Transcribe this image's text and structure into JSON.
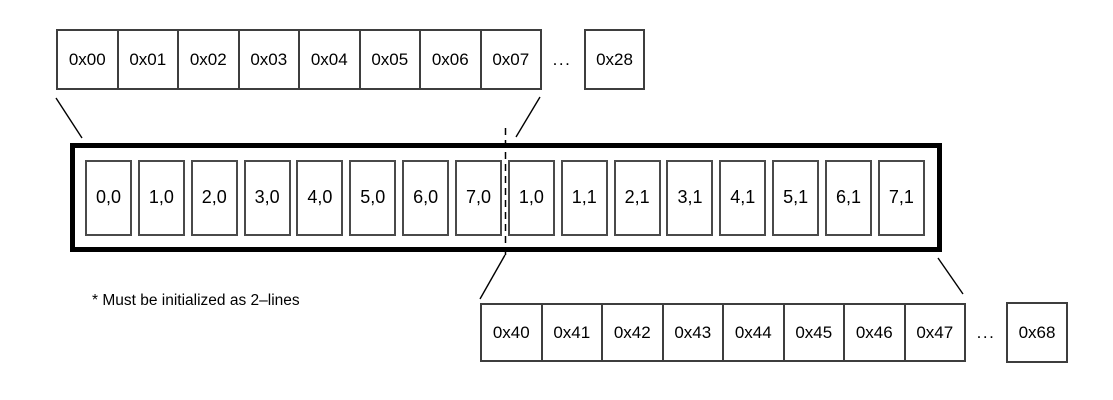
{
  "diagram": {
    "top_address_row": {
      "cells": [
        "0x00",
        "0x01",
        "0x02",
        "0x03",
        "0x04",
        "0x05",
        "0x06",
        "0x07"
      ],
      "ellipsis": "...",
      "end_cell": "0x28"
    },
    "display_box": {
      "cells": [
        "0,0",
        "1,0",
        "2,0",
        "3,0",
        "4,0",
        "5,0",
        "6,0",
        "7,0",
        "1,0",
        "1,1",
        "2,1",
        "3,1",
        "4,1",
        "5,1",
        "6,1",
        "7,1"
      ]
    },
    "bottom_address_row": {
      "cells": [
        "0x40",
        "0x41",
        "0x42",
        "0x43",
        "0x44",
        "0x45",
        "0x46",
        "0x47"
      ],
      "ellipsis": "...",
      "end_cell": "0x68"
    },
    "note": "* Must be initialized as 2–lines"
  },
  "colors": {
    "background": "#ffffff",
    "line": "#000000",
    "cell_border": "#3e3e3e",
    "display_cell_border": "#4a4a4a",
    "display_box_border": "#000000"
  }
}
